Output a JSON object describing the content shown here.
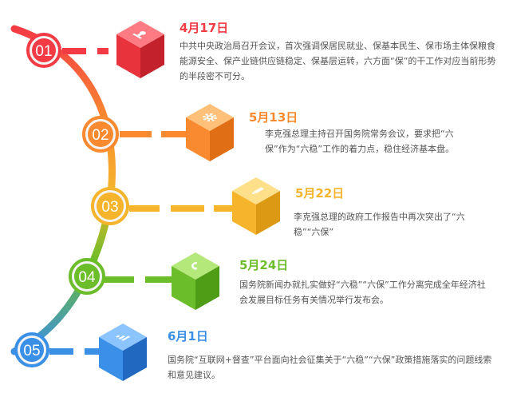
{
  "colors": {
    "step1": "#f33b45",
    "step2": "#f98a2f",
    "step3": "#f5b42b",
    "step4": "#6cbd2a",
    "step5": "#3a8fe6"
  },
  "steps": [
    {
      "number": "01",
      "date": "4月17日",
      "icon": "user-stamp-icon",
      "text": "中共中央政治局召开会议，首次强调保居民就业、保基本民生、保市场主体保粮食能源安全、保产业链供应链稳定、保基层运转，六方面“保”的干工作对应当前形势的半段密不可分。"
    },
    {
      "number": "02",
      "date": "5月13日",
      "icon": "gear-icon",
      "text": "李克强总理主持召开国务院常务会议，要求把“六保”作为“六稳”工作的着力点，稳住经济基本盘。"
    },
    {
      "number": "03",
      "date": "5月22日",
      "icon": "pencil-icon",
      "text": "李克强总理的政府工作报告中再次突出了“六稳”“六保”"
    },
    {
      "number": "04",
      "date": "5月24日",
      "icon": "phone-icon",
      "text": "国务院新闻办就扎实做好“六稳”“六保”工作分离完成全年经济社会发展目标任务有关情况举行发布会。"
    },
    {
      "number": "05",
      "date": "6月1日",
      "icon": "signal-bars-icon",
      "text": "国务院“互联网+督查”平台面向社会征集关于“六稳”“六保”政策措施落实的问题线索和意见建议。"
    }
  ]
}
